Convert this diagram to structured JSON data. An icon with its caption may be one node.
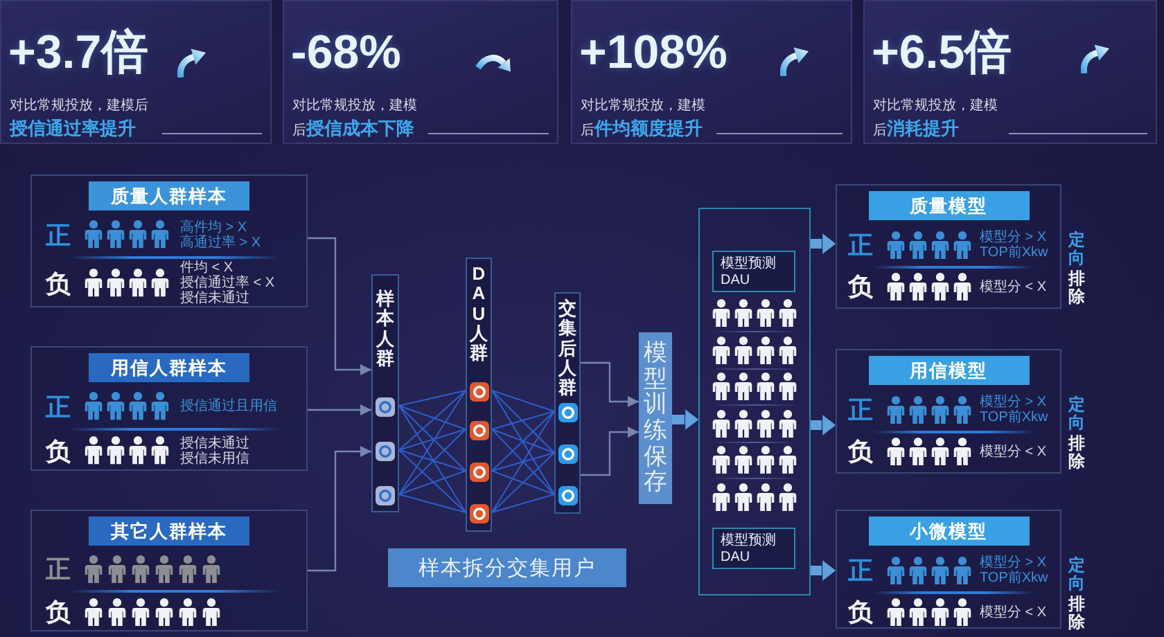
{
  "diagram": {
    "nodes": [
      {
        "text": [
          "+3.7倍",
          "对比常规投放，建模后**授信通过率提升**"
        ]
      },
      {
        "text": [
          "-68%",
          "对比常规投放，建模后**授信成本下降**"
        ]
      },
      {
        "text": [
          "+108%",
          "对比常规投放，建模后**件均额度提升**"
        ]
      },
      {
        "text": [
          "+6.5倍",
          "对比常规投放，建模后**消耗提升**"
        ]
      },
      {
        "text": [
          "质量人群样本",
          "正",
          "高件均 > X",
          "高通过率 > X",
          "负",
          "件均 < X",
          "授信通过率 < X",
          "授信未通过"
        ]
      },
      {
        "text": [
          "用信人群样本",
          "正",
          "授信通过且用信",
          "负",
          "授信未通过",
          "授信未用信"
        ]
      },
      {
        "text": [
          "其它人群样本",
          "正",
          "负"
        ]
      },
      {
        "text": [
          "样本人群"
        ]
      },
      {
        "text": [
          "DAU人群"
        ]
      },
      {
        "text": [
          "交集后人群"
        ]
      },
      {
        "text": [
          "模型训练保存"
        ]
      },
      {
        "text": [],
        "shape": "box"
      },
      {
        "text": [
          "模型预测DAU"
        ],
        "in": 11
      },
      {
        "text": [
          "模型预测DAU"
        ],
        "in": 11
      },
      {
        "text": [
          "质量模型",
          "正",
          "模型分 > X",
          "TOP前Xkw",
          "负",
          "模型分 < X"
        ],
        "beside": [
          "定向",
          "排除"
        ]
      },
      {
        "text": [
          "用信模型",
          "正",
          "模型分 > X",
          "TOP前Xkw",
          "负",
          "模型分 < X"
        ],
        "beside": [
          "定向",
          "排除"
        ]
      },
      {
        "text": [
          "小微模型",
          "正",
          "模型分 > X",
          "TOP前Xkw",
          "负",
          "模型分 < X"
        ],
        "beside": [
          "定向",
          "排除"
        ]
      },
      {
        "text": [
          "样本拆分交集用户"
        ]
      }
    ],
    "edges": [
      {
        "from": 4,
        "to": 7,
        "arrow": "to"
      },
      {
        "from": 5,
        "to": 7,
        "arrow": "to"
      },
      {
        "from": 6,
        "to": 7,
        "arrow": "to"
      },
      {
        "from": 7,
        "to": 8,
        "arrow": "none",
        "color": "#2f64d6"
      },
      {
        "from": 8,
        "to": 9,
        "arrow": "none",
        "color": "#2f64d6"
      },
      {
        "from": 9,
        "to": 10,
        "arrow": "to"
      },
      {
        "from": 9,
        "to": 10,
        "arrow": "to"
      },
      {
        "from": 10,
        "to": 11,
        "arrow": "to",
        "style": "thick",
        "color": "#5fa2dc"
      },
      {
        "from": 11,
        "to": 14,
        "arrow": "to",
        "style": "thick",
        "color": "#5fa2dc"
      },
      {
        "from": 11,
        "to": 15,
        "arrow": "to",
        "style": "thick",
        "color": "#5fa2dc"
      },
      {
        "from": 11,
        "to": 16,
        "arrow": "to",
        "style": "thick",
        "color": "#5fa2dc"
      }
    ]
  }
}
